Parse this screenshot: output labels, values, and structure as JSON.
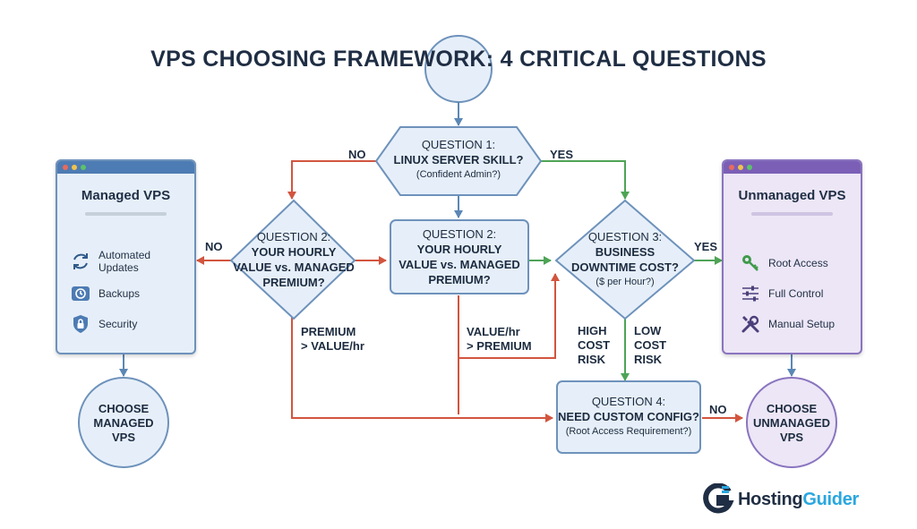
{
  "title": "VPS CHOOSING FRAMEWORK: 4 CRITICAL QUESTIONS",
  "nodes": {
    "q1": {
      "line1": "QUESTION 1:",
      "line2": "LINUX SERVER SKILL?",
      "line3": "(Confident Admin?)"
    },
    "q2_left": {
      "line1": "QUESTION 2:",
      "line2": "YOUR HOURLY",
      "line3": "VALUE vs. MANAGED",
      "line4": "PREMIUM?"
    },
    "q2_center": {
      "line1": "QUESTION 2:",
      "line2": "YOUR HOURLY",
      "line3": "VALUE vs. MANAGED",
      "line4": "PREMIUM?"
    },
    "q3": {
      "line1": "QUESTION 3:",
      "line2": "BUSINESS",
      "line3": "DOWNTIME COST?",
      "line4": "($ per Hour?)"
    },
    "q4": {
      "line1": "QUESTION 4:",
      "line2": "NEED CUSTOM CONFIG?",
      "line3": "(Root Access Requirement?)"
    }
  },
  "edge_labels": {
    "q1_no": "NO",
    "q1_yes": "YES",
    "q2_no": "NO",
    "q3_yes": "YES",
    "premium_line1": "PREMIUM",
    "premium_line2": "> VALUE/hr",
    "value_line1": "VALUE/hr",
    "value_line2": "> PREMIUM",
    "high_line1": "HIGH",
    "high_line2": "COST",
    "high_line3": "RISK",
    "low_line1": "LOW",
    "low_line2": "COST",
    "low_line3": "RISK",
    "q4_no": "NO"
  },
  "panels": {
    "managed": {
      "title": "Managed VPS",
      "features": [
        {
          "icon": "refresh-icon",
          "line1": "Automated",
          "line2": "Updates"
        },
        {
          "icon": "backup-drive-icon",
          "line1": "Backups",
          "line2": ""
        },
        {
          "icon": "shield-lock-icon",
          "line1": "Security",
          "line2": ""
        }
      ]
    },
    "unmanaged": {
      "title": "Unmanaged VPS",
      "features": [
        {
          "icon": "key-icon",
          "line1": "Root Access",
          "line2": ""
        },
        {
          "icon": "sliders-icon",
          "line1": "Full Control",
          "line2": ""
        },
        {
          "icon": "tools-icon",
          "line1": "Manual Setup",
          "line2": ""
        }
      ]
    }
  },
  "outcomes": {
    "managed": {
      "line1": "CHOOSE",
      "line2": "MANAGED",
      "line3": "VPS"
    },
    "unmanaged": {
      "line1": "CHOOSE",
      "line2": "UNMANAGED",
      "line3": "VPS"
    }
  },
  "brand": {
    "part1": "Hosting",
    "part2": "Guider"
  },
  "colors": {
    "blue_edge": "#5b87b5",
    "red_edge": "#d2553f",
    "green_edge": "#4ea456",
    "node_fill": "#e6eff9",
    "node_stroke": "#6e92bb",
    "purple_fill": "#ece6f6",
    "purple_stroke": "#8a74bf",
    "brand_accent": "#29a7df"
  }
}
